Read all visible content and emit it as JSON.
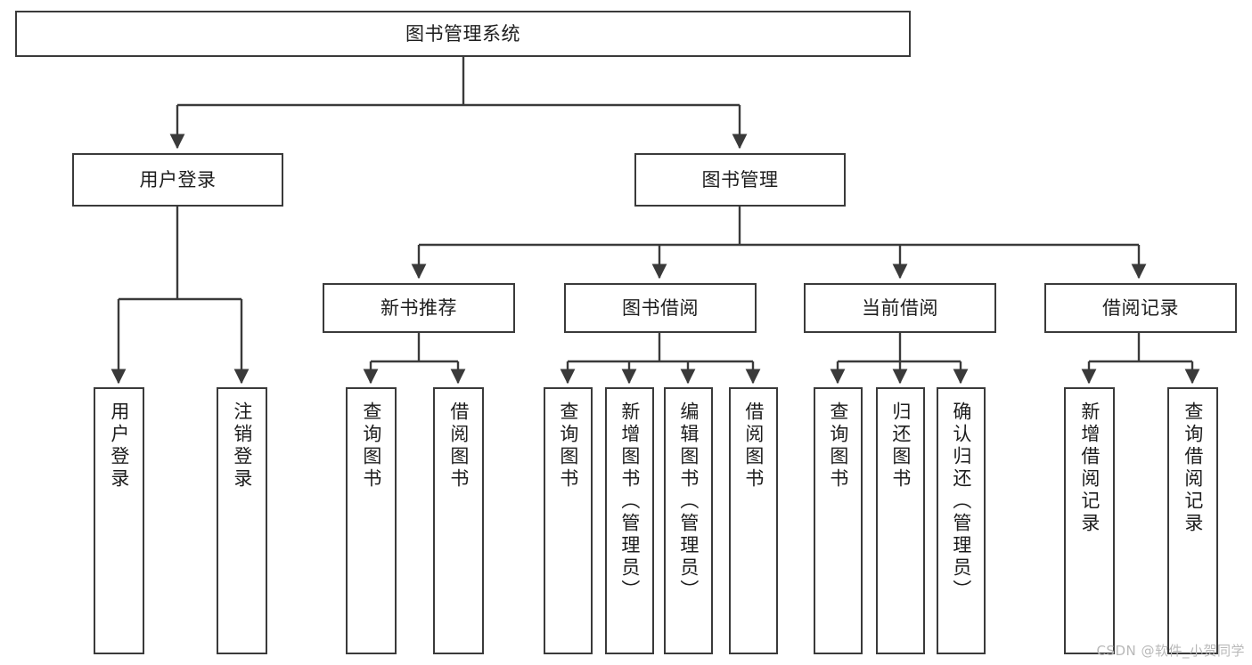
{
  "diagram": {
    "type": "tree",
    "title": "图书管理系统",
    "watermark": "CSDN @软件_小贺同学",
    "colors": {
      "box_border": "#3a3a3a",
      "box_fill": "#ffffff",
      "connector": "#3a3a3a",
      "text": "#1d1d1d",
      "watermark": "#b9b9b9",
      "background": "#ffffff"
    },
    "root": {
      "label": "图书管理系统"
    },
    "level2": [
      {
        "label": "用户登录"
      },
      {
        "label": "图书管理"
      }
    ],
    "level3": [
      {
        "label": "新书推荐"
      },
      {
        "label": "图书借阅"
      },
      {
        "label": "当前借阅"
      },
      {
        "label": "借阅记录"
      }
    ],
    "leaves": {
      "user_login": [
        {
          "label": "用户登录"
        },
        {
          "label": "注销登录"
        }
      ],
      "new_book_recommend": [
        {
          "label": "查询图书"
        },
        {
          "label": "借阅图书"
        }
      ],
      "book_borrow": [
        {
          "label": "查询图书"
        },
        {
          "label": "新增图书（管理员）"
        },
        {
          "label": "编辑图书（管理员）"
        },
        {
          "label": "借阅图书"
        }
      ],
      "current_borrow": [
        {
          "label": "查询图书"
        },
        {
          "label": "归还图书"
        },
        {
          "label": "确认归还（管理员）"
        }
      ],
      "borrow_record": [
        {
          "label": "新增借阅记录"
        },
        {
          "label": "查询借阅记录"
        }
      ]
    }
  }
}
